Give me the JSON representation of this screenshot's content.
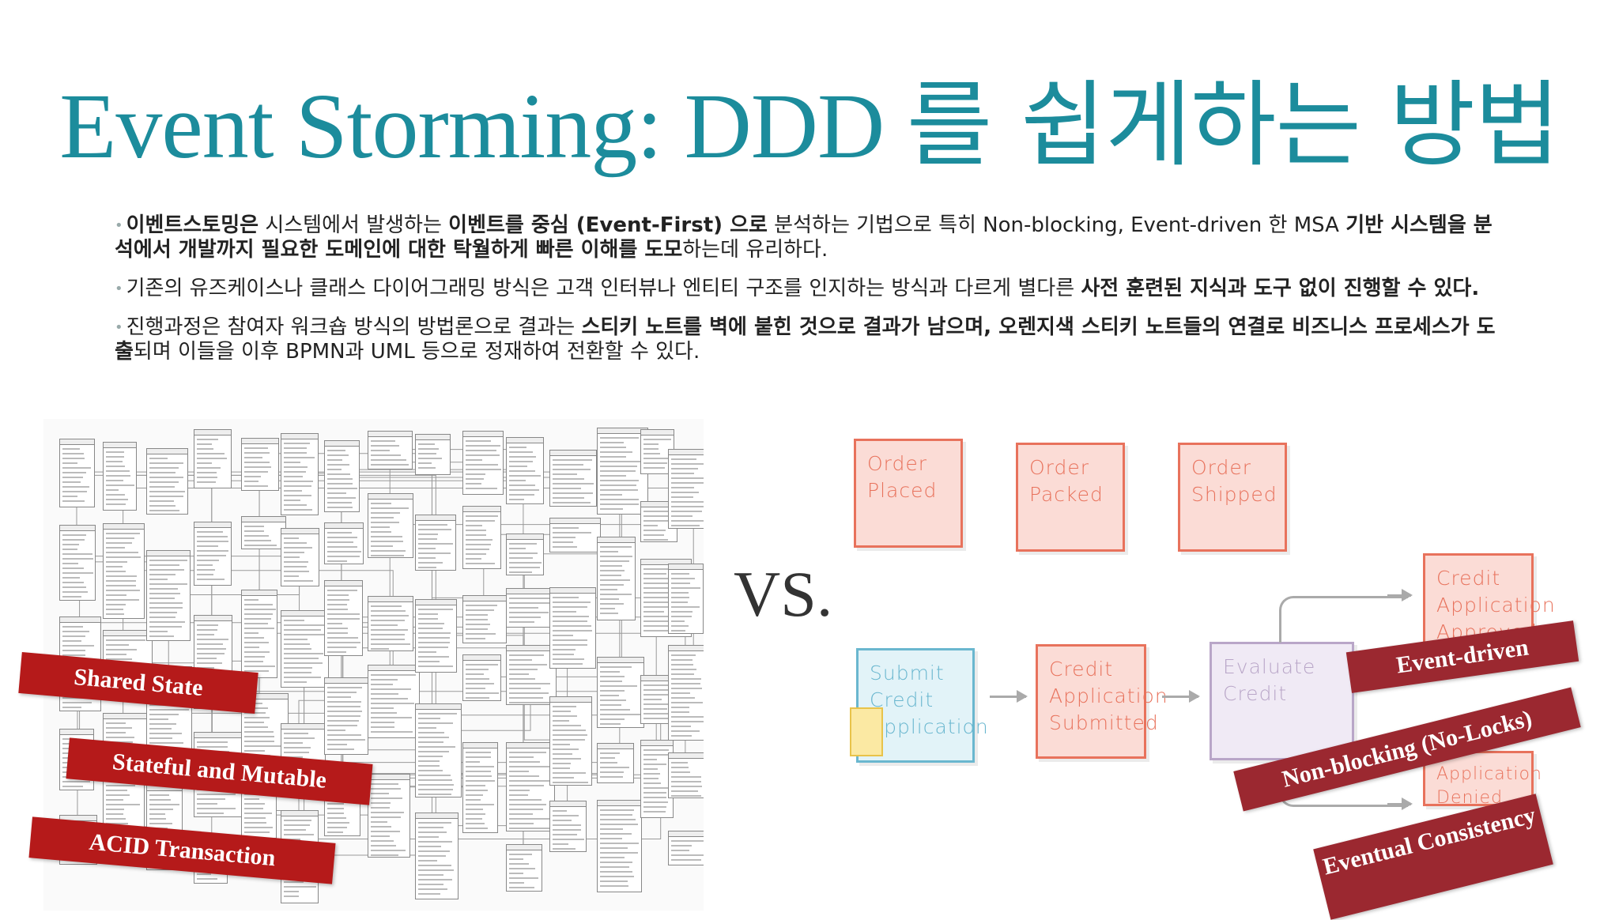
{
  "title": {
    "latin": "Event Storming: DDD",
    "korean": "를 쉽게하는 방법"
  },
  "bullets": [
    {
      "segments": [
        {
          "text": "이벤트스토밍은",
          "bold": true
        },
        {
          "text": " 시스템에서 발생하는 ",
          "bold": false
        },
        {
          "text": "이벤트를 중심 (Event-First) 으로",
          "bold": true
        },
        {
          "text": " 분석하는 기법으로 특히 Non-blocking, Event-driven 한 MSA ",
          "bold": false
        },
        {
          "text": "기반 시스템을 분석에서 개발까지 필요한 도메인에 대한 탁월하게 빠른 이해를 도모",
          "bold": true
        },
        {
          "text": "하는데 유리하다.",
          "bold": false
        }
      ]
    },
    {
      "segments": [
        {
          "text": "기존의 유즈케이스나 클래스 다이어그래밍 방식은 고객 인터뷰나 엔티티 구조를 인지하는 방식과 다르게 별다른 ",
          "bold": false
        },
        {
          "text": "사전 훈련된 지식과 도구 없이 진행할 수 있다.",
          "bold": true
        }
      ]
    },
    {
      "segments": [
        {
          "text": "진행과정은 참여자 워크숍 방식의 방법론으로 결과는 ",
          "bold": false
        },
        {
          "text": "스티키 노트를 벽에 붙힌 것으로 결과가 남으며, 오렌지색 스티키 노트들의 연결로 비즈니스 프로세스가 도출",
          "bold": true
        },
        {
          "text": "되며 이들을 이후 BPMN과 UML 등으로 정재하여 전환할 수 있다.",
          "bold": false
        }
      ]
    }
  ],
  "vs_label": "VS.",
  "left_banners": [
    "Shared State",
    "Stateful and Mutable",
    "ACID Transaction"
  ],
  "right_banners": [
    "Event-driven",
    "Non-blocking (No-Locks)",
    "Eventual Consistency"
  ],
  "stickies": {
    "order_placed": "Order Placed",
    "order_packed": "Order Packed",
    "order_shipped": "Order Shipped",
    "submit_credit": "Submit Credit Application",
    "credit_submitted": "Credit Application Submitted",
    "evaluate_credit": "Evaluate Credit",
    "credit_approved": "Credit Application Approved",
    "credit_denied": "Application Denied"
  },
  "colors": {
    "title": "#1c8c9c",
    "banner_left": "#b51a1a",
    "banner_right": "#9b2830",
    "sticky_orange": "#e8725c",
    "sticky_blue": "#6ab7cf",
    "sticky_purple": "#b9a6c8"
  }
}
